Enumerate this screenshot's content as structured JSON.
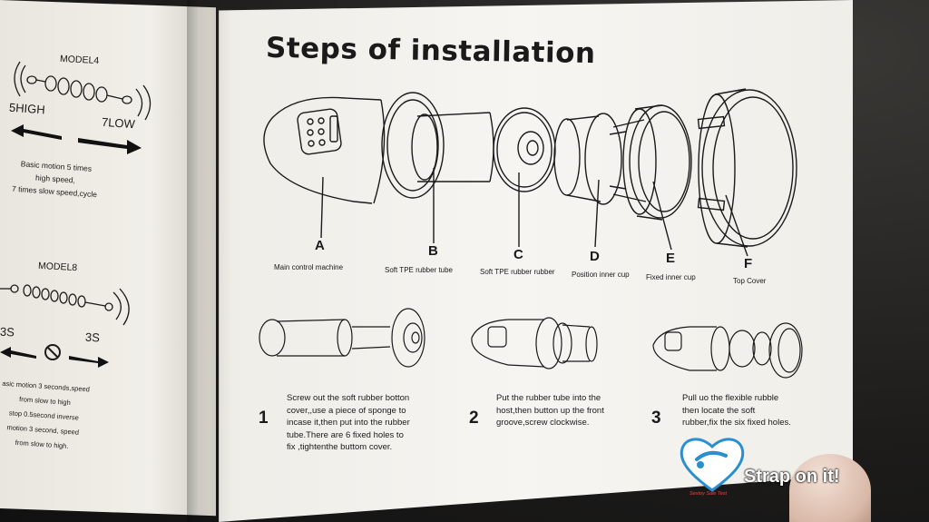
{
  "left_page": {
    "model4": {
      "name": "MODEL4",
      "high_label": "5HIGH",
      "low_label": "7LOW",
      "description": "Basic motion 5 times\nhigh speed,\n7 times slow speed,cycle"
    },
    "model8": {
      "name": "MODEL8",
      "left_label": "3S",
      "right_label": "3S",
      "description": "asic motion 3 seconds,speed\nfrom slow to high\nstop 0.5second inverse\nmotion 3 second, speed\nfrom slow to high."
    }
  },
  "right_page": {
    "title": "Steps of installation",
    "parts": [
      {
        "letter": "A",
        "label": "Main control machine"
      },
      {
        "letter": "B",
        "label": "Soft TPE rubber tube"
      },
      {
        "letter": "C",
        "label": "Soft TPE rubber rubber"
      },
      {
        "letter": "D",
        "label": "Position inner cup"
      },
      {
        "letter": "E",
        "label": "Fixed inner cup"
      },
      {
        "letter": "F",
        "label": "Top Cover"
      }
    ],
    "steps": [
      {
        "number": "1",
        "text": "Screw out the soft rubber botton\ncover,,use a piece of sponge to\nincase it,then put into the rubber\ntube.There are 6 fixed holes to\nfix ,tightenthe buttom cover."
      },
      {
        "number": "2",
        "text": "Put the rubber tube into the\nhost,then button up the front\ngroove,screw clockwise."
      },
      {
        "number": "3",
        "text": "Pull uo the flexible rubble\nthen locate the soft\nrubber,fix the six fixed holes."
      }
    ]
  },
  "watermark": {
    "text": "Strap on it!",
    "small_text": "Sextoy Sale Test",
    "color": "#2a8fd0"
  }
}
